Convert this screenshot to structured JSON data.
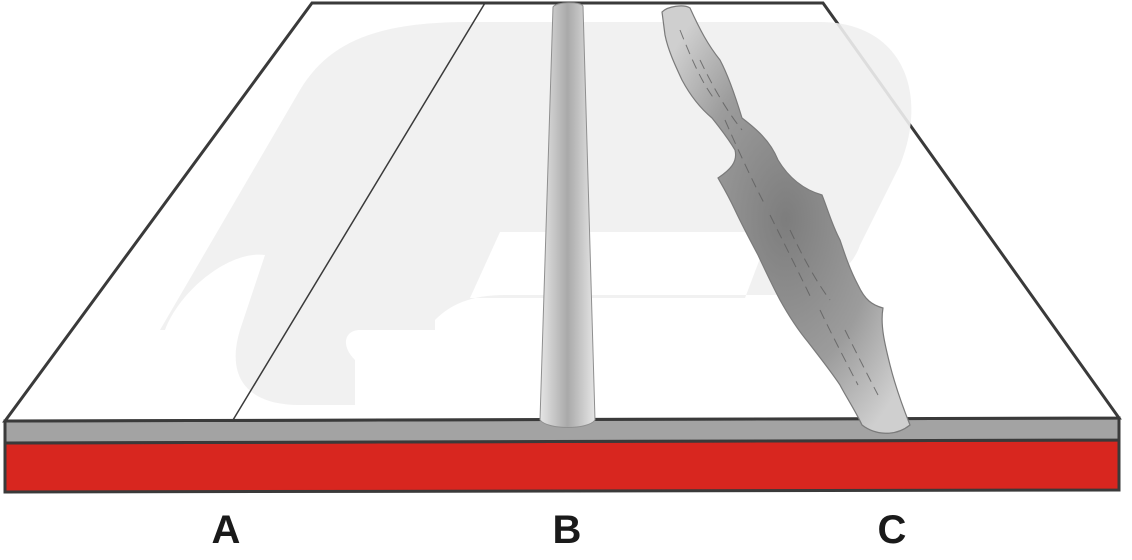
{
  "labels": {
    "a": "A",
    "b": "B",
    "c": "C"
  },
  "colors": {
    "surface": "#ffffff",
    "watermark": "#efefef",
    "primer_layer": "#a3a3a3",
    "base_layer": "#d8261f",
    "outline": "#3a3a3a",
    "defect_fill": "#9a9a9a"
  }
}
